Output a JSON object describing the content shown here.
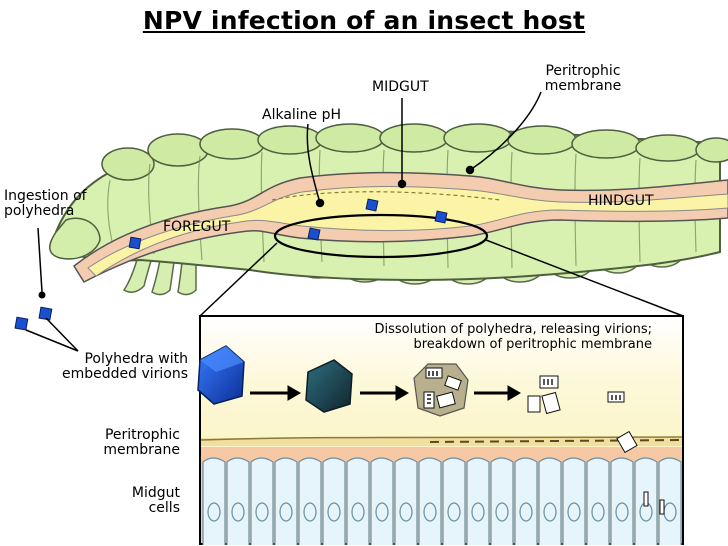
{
  "title": "NPV infection of an insect host",
  "labels": {
    "midgut": "MIDGUT",
    "peritrophic_top": [
      "Peritrophic",
      "membrane"
    ],
    "alkaline": "Alkaline pH",
    "ingestion": [
      "Ingestion of",
      "polyhedra"
    ],
    "foregut": "FOREGUT",
    "hindgut": "HINDGUT",
    "polyhedra_virions": [
      "Polyhedra with",
      "embedded virions"
    ],
    "dissolution": [
      "Dissolution of polyhedra, releasing virions;",
      "breakdown of peritrophic membrane"
    ],
    "peritrophic_inset": [
      "Peritrophic",
      "membrane"
    ],
    "midgut_cells": [
      "Midgut",
      "cells"
    ]
  },
  "colors": {
    "body_green": "#d8f0b0",
    "gut_yellow": "#fbf4a6",
    "gut_lining": "#f4cdb0",
    "lumen_inset": "#fbf2b8",
    "cells_band": "#f6c9a4",
    "cell_fill": "#e6f4fb",
    "polyhedron_blue": "#1a4fd0",
    "dissolving_teal": "#1f4a55"
  }
}
